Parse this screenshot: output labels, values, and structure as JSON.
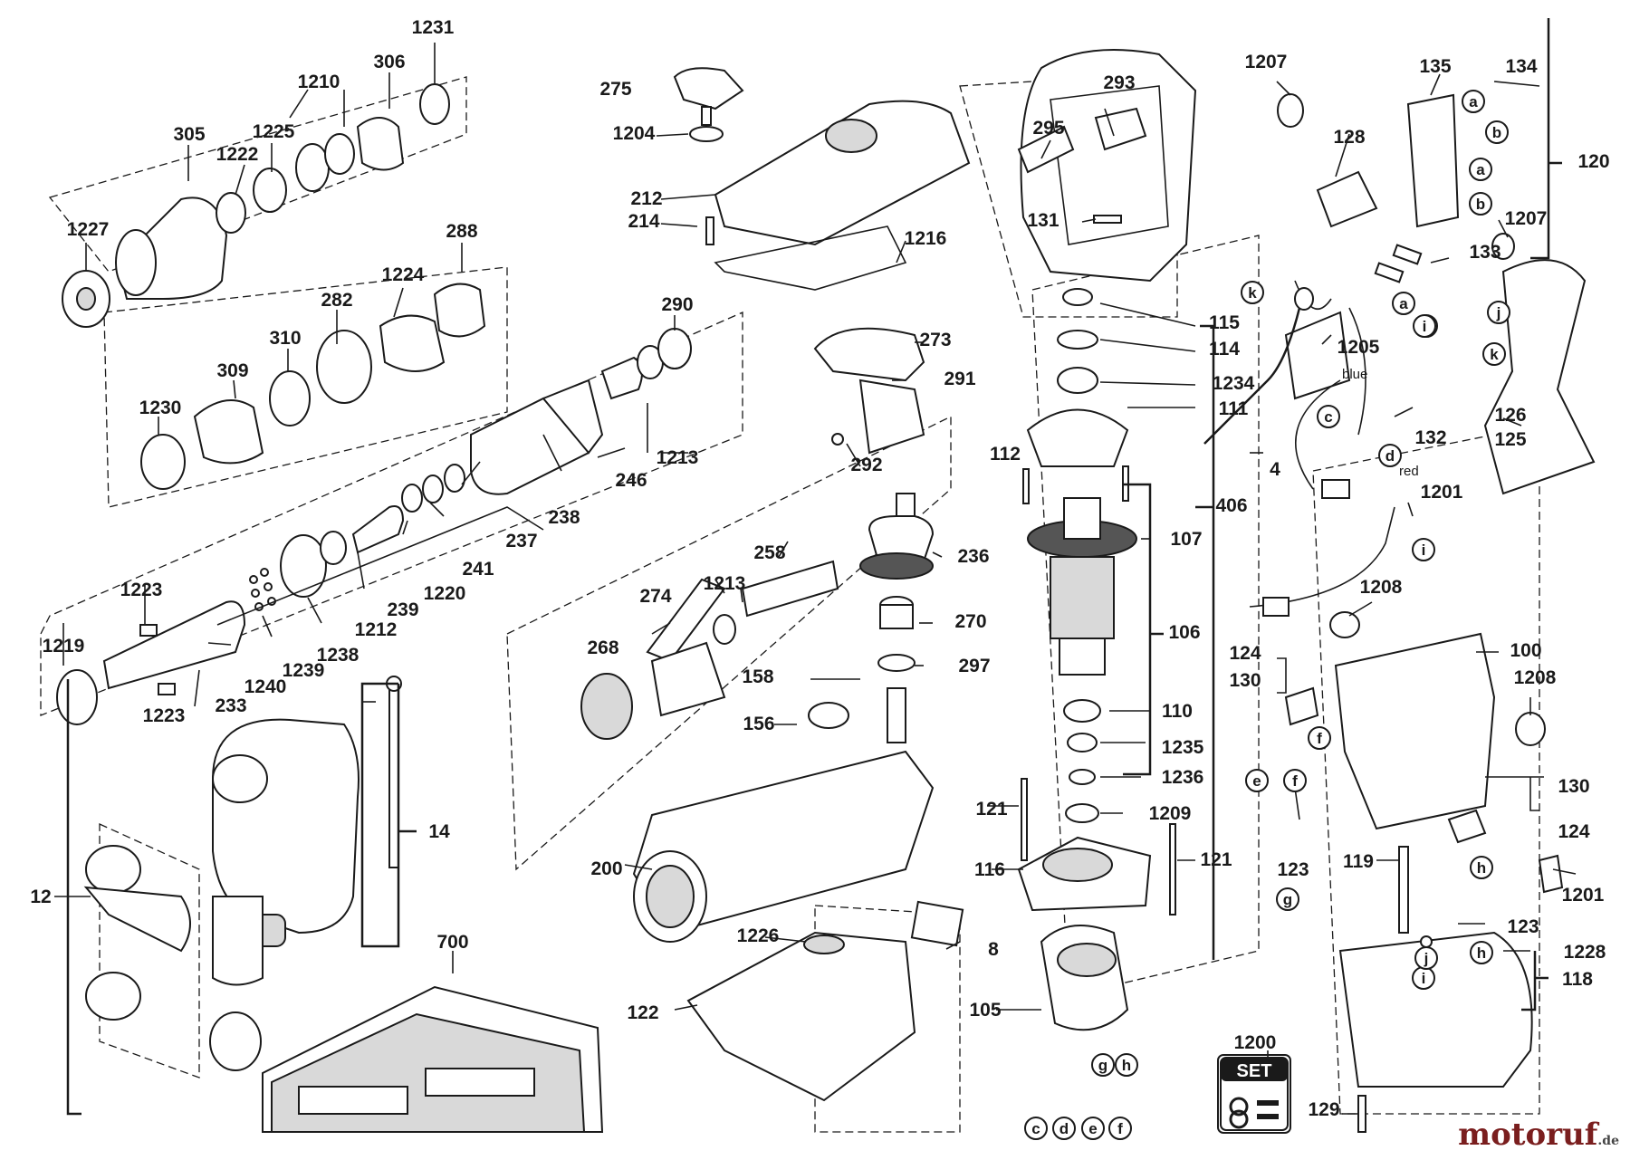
{
  "parts": [
    {
      "id": "p1231",
      "label": "1231"
    },
    {
      "id": "p1210",
      "label": "1210"
    },
    {
      "id": "p306",
      "label": "306"
    },
    {
      "id": "p305",
      "label": "305"
    },
    {
      "id": "p1222",
      "label": "1222"
    },
    {
      "id": "p1225",
      "label": "1225"
    },
    {
      "id": "p1227",
      "label": "1227"
    },
    {
      "id": "p288",
      "label": "288"
    },
    {
      "id": "p1224",
      "label": "1224"
    },
    {
      "id": "p282",
      "label": "282"
    },
    {
      "id": "p310",
      "label": "310"
    },
    {
      "id": "p309",
      "label": "309"
    },
    {
      "id": "p1230",
      "label": "1230"
    },
    {
      "id": "p290",
      "label": "290"
    },
    {
      "id": "p1213a",
      "label": "1213"
    },
    {
      "id": "p246",
      "label": "246"
    },
    {
      "id": "p238",
      "label": "238"
    },
    {
      "id": "p237",
      "label": "237"
    },
    {
      "id": "p241",
      "label": "241"
    },
    {
      "id": "p1220",
      "label": "1220"
    },
    {
      "id": "p239",
      "label": "239"
    },
    {
      "id": "p1212",
      "label": "1212"
    },
    {
      "id": "p1238",
      "label": "1238"
    },
    {
      "id": "p1239",
      "label": "1239"
    },
    {
      "id": "p1240",
      "label": "1240"
    },
    {
      "id": "p233",
      "label": "233"
    },
    {
      "id": "p1223a",
      "label": "1223"
    },
    {
      "id": "p1223b",
      "label": "1223"
    },
    {
      "id": "p1219",
      "label": "1219"
    },
    {
      "id": "p14",
      "label": "14"
    },
    {
      "id": "p12",
      "label": "12"
    },
    {
      "id": "p700",
      "label": "700"
    },
    {
      "id": "p275",
      "label": "275"
    },
    {
      "id": "p1204",
      "label": "1204"
    },
    {
      "id": "p212",
      "label": "212"
    },
    {
      "id": "p214",
      "label": "214"
    },
    {
      "id": "p1216",
      "label": "1216"
    },
    {
      "id": "p273",
      "label": "273"
    },
    {
      "id": "p291",
      "label": "291"
    },
    {
      "id": "p292",
      "label": "292"
    },
    {
      "id": "p236",
      "label": "236"
    },
    {
      "id": "p258",
      "label": "258"
    },
    {
      "id": "p1213b",
      "label": "1213"
    },
    {
      "id": "p274",
      "label": "274"
    },
    {
      "id": "p268",
      "label": "268"
    },
    {
      "id": "p270",
      "label": "270"
    },
    {
      "id": "p297",
      "label": "297"
    },
    {
      "id": "p158",
      "label": "158"
    },
    {
      "id": "p156",
      "label": "156"
    },
    {
      "id": "p200",
      "label": "200"
    },
    {
      "id": "p1226",
      "label": "1226"
    },
    {
      "id": "p8",
      "label": "8"
    },
    {
      "id": "p122",
      "label": "122"
    },
    {
      "id": "p293",
      "label": "293"
    },
    {
      "id": "p295",
      "label": "295"
    },
    {
      "id": "p131",
      "label": "131"
    },
    {
      "id": "p1207a",
      "label": "1207"
    },
    {
      "id": "p115",
      "label": "115"
    },
    {
      "id": "p114",
      "label": "114"
    },
    {
      "id": "p1234",
      "label": "1234"
    },
    {
      "id": "p111",
      "label": "111"
    },
    {
      "id": "p112",
      "label": "112"
    },
    {
      "id": "p406",
      "label": "406"
    },
    {
      "id": "p107",
      "label": "107"
    },
    {
      "id": "p106",
      "label": "106"
    },
    {
      "id": "p110",
      "label": "110"
    },
    {
      "id": "p1235",
      "label": "1235"
    },
    {
      "id": "p1236",
      "label": "1236"
    },
    {
      "id": "p121a",
      "label": "121"
    },
    {
      "id": "p1209",
      "label": "1209"
    },
    {
      "id": "p121b",
      "label": "121"
    },
    {
      "id": "p116",
      "label": "116"
    },
    {
      "id": "p105",
      "label": "105"
    },
    {
      "id": "p1200",
      "label": "1200"
    },
    {
      "id": "p128",
      "label": "128"
    },
    {
      "id": "p135",
      "label": "135"
    },
    {
      "id": "p134",
      "label": "134"
    },
    {
      "id": "p120",
      "label": "120"
    },
    {
      "id": "p1207b",
      "label": "1207"
    },
    {
      "id": "p133",
      "label": "133"
    },
    {
      "id": "p1205",
      "label": "1205"
    },
    {
      "id": "p4",
      "label": "4"
    },
    {
      "id": "p132",
      "label": "132"
    },
    {
      "id": "p126",
      "label": "126"
    },
    {
      "id": "p125",
      "label": "125"
    },
    {
      "id": "p1201a",
      "label": "1201"
    },
    {
      "id": "p1208a",
      "label": "1208"
    },
    {
      "id": "p100",
      "label": "100"
    },
    {
      "id": "p1208b",
      "label": "1208"
    },
    {
      "id": "p124a",
      "label": "124"
    },
    {
      "id": "p130a",
      "label": "130"
    },
    {
      "id": "p130b",
      "label": "130"
    },
    {
      "id": "p124b",
      "label": "124"
    },
    {
      "id": "p123a",
      "label": "123"
    },
    {
      "id": "p119",
      "label": "119"
    },
    {
      "id": "p1201b",
      "label": "1201"
    },
    {
      "id": "p123b",
      "label": "123"
    },
    {
      "id": "p1228",
      "label": "1228"
    },
    {
      "id": "p118",
      "label": "118"
    },
    {
      "id": "p129",
      "label": "129"
    }
  ],
  "connectors": [
    "a",
    "b",
    "a",
    "b",
    "c",
    "d",
    "e",
    "f",
    "g",
    "h",
    "i",
    "j",
    "k",
    "a",
    "b",
    "c",
    "d",
    "i",
    "j",
    "k",
    "e",
    "f",
    "g",
    "h",
    "f",
    "h",
    "i"
  ],
  "wire_labels": {
    "blue": "blue",
    "red": "red"
  },
  "set_box": {
    "label": "SET"
  },
  "watermark": {
    "brand": "motoruf",
    "tld": ".de"
  },
  "colors": {
    "line": "#1a1a1a",
    "brand": "#7a1e1e",
    "part_fill": "#ffffff",
    "shade": "#d9d9d9"
  }
}
